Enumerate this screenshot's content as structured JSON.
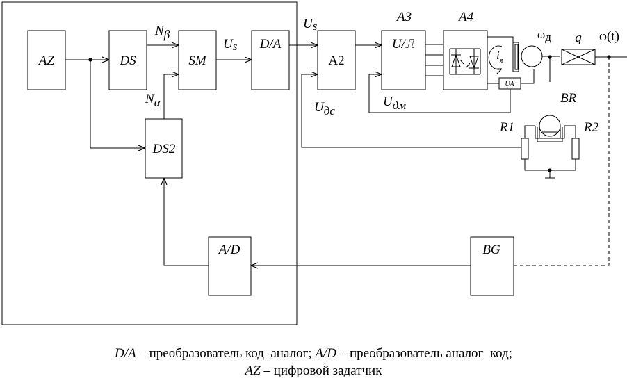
{
  "blocks": {
    "az": "AZ",
    "ds": "DS",
    "sm": "SM",
    "da": "D/A",
    "a2": "A2",
    "u_pulse": "U/⎍",
    "ds2": "DS2",
    "ad": "A/D",
    "bg": "BG",
    "ua": "UA"
  },
  "labels": {
    "n_beta_main": "N",
    "n_beta_sub": "β",
    "n_alpha_main": "N",
    "n_alpha_sub": "α",
    "us1_main": "U",
    "us1_sub": "s",
    "us2_main": "U",
    "us2_sub": "s",
    "a3": "A3",
    "a4": "A4",
    "omega_main": "ω",
    "omega_sub": "д",
    "q": "q",
    "phi": "φ(t)",
    "br": "BR",
    "r1": "R1",
    "r2": "R2",
    "udm_main": "U",
    "udm_sub": "дм",
    "uds_main": "U",
    "uds_sub": "дс",
    "ia_main": "i",
    "ia_sub": "я"
  },
  "caption": {
    "line1_da": "D/A",
    "line1_t1": " – преобразователь код–аналог; ",
    "line1_ad": "A/D",
    "line1_t2": " – преобразователь аналог–код;",
    "line2_az": "AZ",
    "line2_t": " – цифровой задатчик"
  }
}
